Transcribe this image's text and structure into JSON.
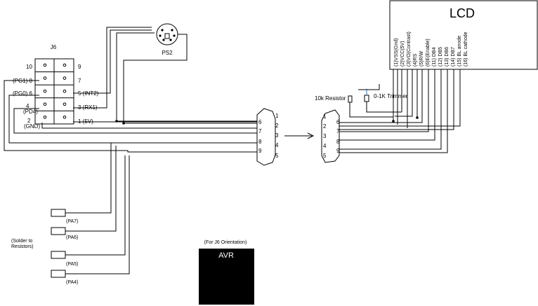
{
  "lcd": {
    "title": "LCD",
    "pins": [
      "(1)VSS(Gnd)",
      "(2)VCC(5V)",
      "(3)VO(Contrast)",
      "(4)RS",
      "(5)R/W",
      "(6)E(Enable)",
      "(11) DB4",
      "(12) DB5",
      "(13) DB6",
      "(14) DB7",
      "(15) BL anode",
      "(16) BL cathode"
    ]
  },
  "ps2": {
    "label": "PS2"
  },
  "j6": {
    "label": "J6",
    "left_pins": [
      "10",
      "(PG1) 8",
      "(PG0) 6",
      "4",
      "(PD4)",
      "2",
      "(GND)"
    ],
    "right_pins": [
      "9",
      "7",
      "5 (INT2)",
      "3 (RX1)",
      "1 (5V)"
    ]
  },
  "db9_left": {
    "pins": [
      "1",
      "6",
      "2",
      "7",
      "3",
      "8",
      "4",
      "9",
      "5"
    ]
  },
  "db9_right": {
    "pins": [
      "1",
      "6",
      "2",
      "7",
      "3",
      "8",
      "4",
      "9",
      "5"
    ]
  },
  "resistor": {
    "label": "10k Resistor"
  },
  "trimmer": {
    "label": "0-1K Trimmer"
  },
  "port_pads": [
    "(PA7)",
    "(PA6)",
    "(PA5)",
    "(PA4)"
  ],
  "solder_note": "(Solder to Resistors)",
  "avr": {
    "orientation_note": "(For J6 Orientation)",
    "label": "AVR"
  },
  "colors": {
    "wire": "#000000",
    "accent_wire": "#1f7bd6",
    "avr_fill": "#000000"
  }
}
